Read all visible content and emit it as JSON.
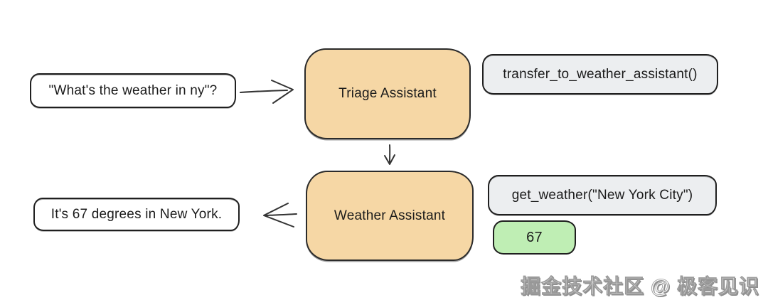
{
  "diagram": {
    "title": "triage-to-weather-agent-handoff-flow",
    "nodes": {
      "user_query": {
        "label": "\"What's the weather in ny\"?"
      },
      "triage_agent": {
        "label": "Triage Assistant"
      },
      "transfer_call": {
        "label": "transfer_to_weather_assistant()"
      },
      "weather_agent": {
        "label": "Weather Assistant"
      },
      "get_weather_call": {
        "label": "get_weather(\"New York City\")"
      },
      "tool_result": {
        "label": "67"
      },
      "final_response": {
        "label": "It's 67 degrees in New York."
      }
    },
    "edges": [
      {
        "from": "user_query",
        "to": "triage_agent",
        "direction": "right"
      },
      {
        "from": "triage_agent",
        "to": "weather_agent",
        "direction": "down"
      },
      {
        "from": "weather_agent",
        "to": "final_response",
        "direction": "left"
      }
    ],
    "colors": {
      "background": "#ffffff",
      "agent_fill": "#f6d7a5",
      "tool_fill": "#eceef0",
      "result_fill": "#bfeeb4",
      "message_fill": "#ffffff",
      "border": "#1f1f1f",
      "arrow": "#333333",
      "text": "#1b1b1b"
    },
    "watermark": {
      "text": "掘金技术社区 @ 极客见识"
    }
  }
}
